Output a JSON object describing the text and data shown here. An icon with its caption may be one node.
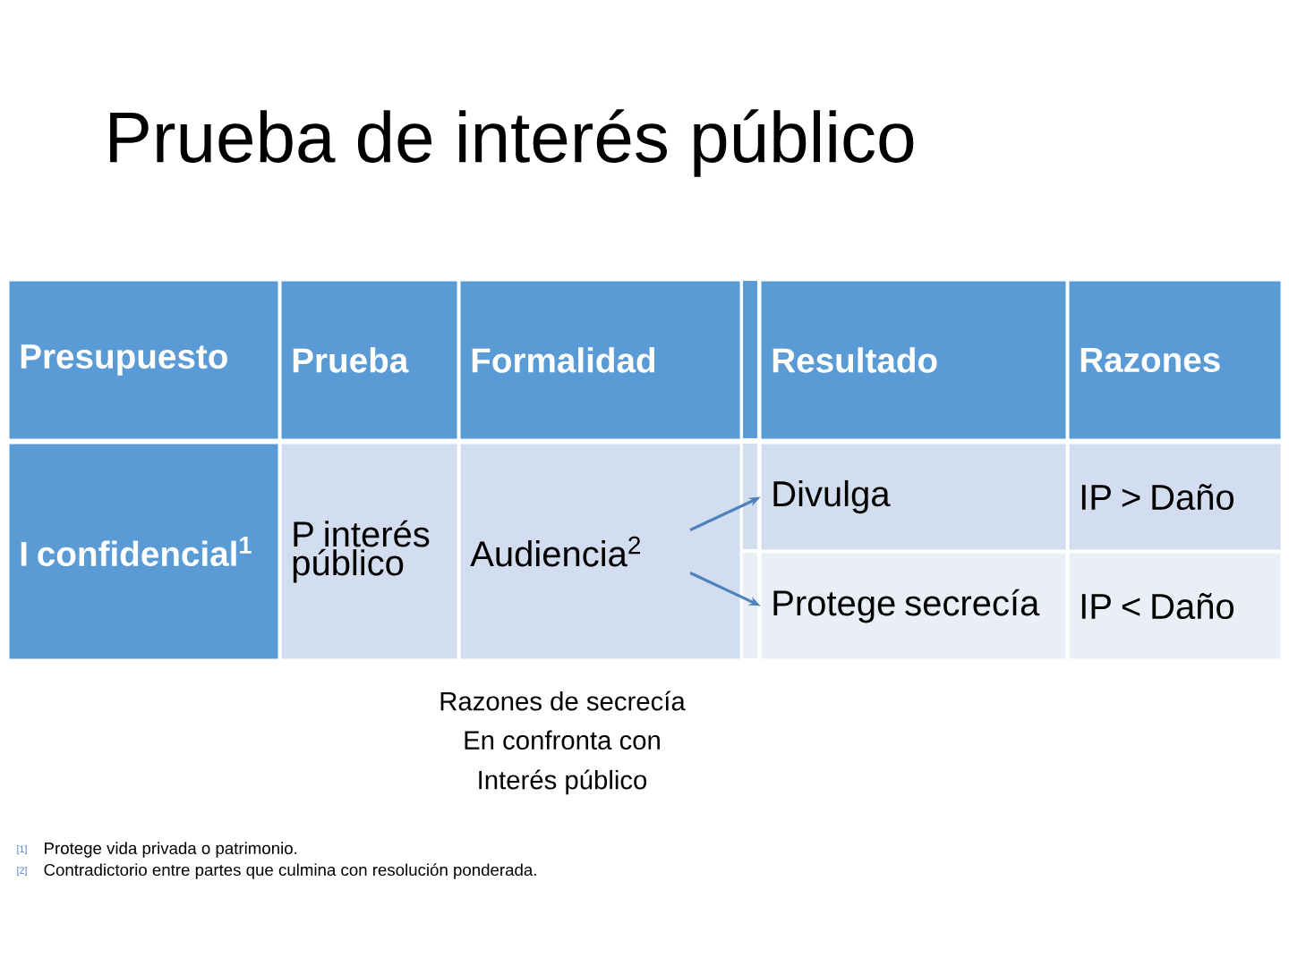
{
  "diagram": {
    "title": "Prueba de interés público",
    "nodes": [
      {
        "text": [
          "Presupuesto"
        ]
      },
      {
        "text": [
          "Prueba"
        ]
      },
      {
        "text": [
          "Formalidad"
        ]
      },
      {
        "text": [
          "Resultado"
        ]
      },
      {
        "text": [
          "Razones"
        ]
      },
      {
        "text": [
          "I confidencial$^{1}$"
        ]
      },
      {
        "text": [
          "P interés público"
        ]
      },
      {
        "text": [
          "Audiencia$^{2}$"
        ]
      },
      {
        "text": [
          "Divulga"
        ]
      },
      {
        "text": [
          "IP > Daño"
        ]
      },
      {
        "text": [
          "Protege secrecía"
        ]
      },
      {
        "text": [
          "IP < Daño"
        ]
      }
    ],
    "edges": [
      {
        "from": 7,
        "to": 8,
        "arrow": "to"
      },
      {
        "from": 7,
        "to": 10,
        "arrow": "to"
      }
    ],
    "labels": [
      "Razones de secrecía",
      "En confronta con",
      "Interés público",
      "[1]",
      "Protege vida privada o patrimonio.",
      "[2]",
      "Contradictorio entre partes que culmina con resolución ponderada."
    ]
  }
}
